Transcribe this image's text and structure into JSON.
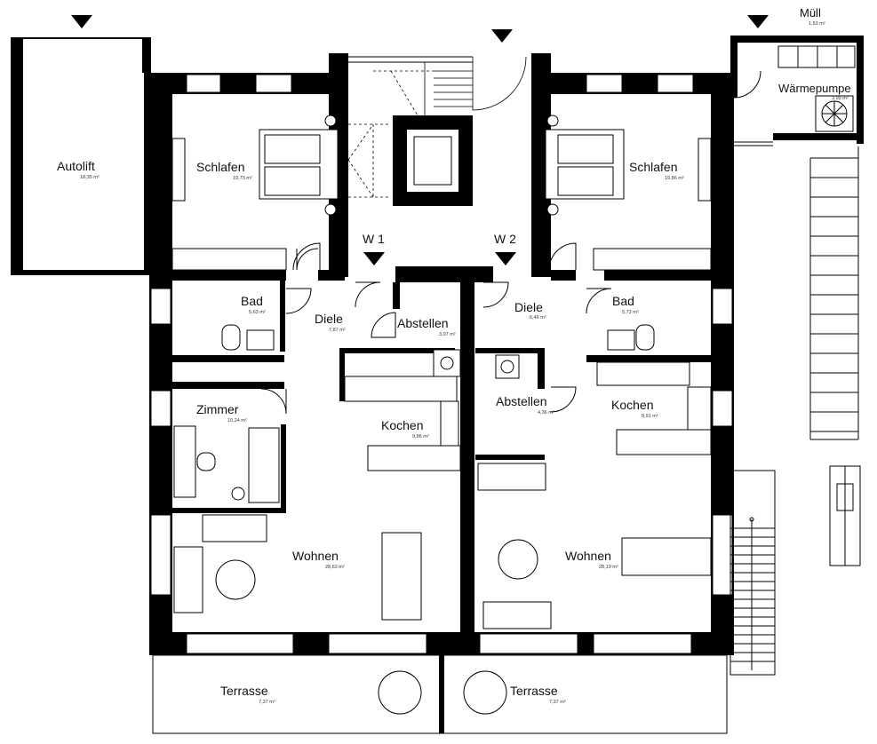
{
  "colors": {
    "wall": "#000000",
    "line": "#111111",
    "background": "#ffffff"
  },
  "markers": {
    "apartment_1": "W 1",
    "apartment_2": "W 2"
  },
  "rooms": {
    "autolift": {
      "name": "Autolift",
      "area": "18,35 m²"
    },
    "muell": {
      "name": "Müll",
      "area": "1,53 m²"
    },
    "waermepumpe": {
      "name": "Wärmepumpe",
      "area": "3,99 m²"
    },
    "w1_schlafen": {
      "name": "Schlafen",
      "area": "19,73 m²"
    },
    "w2_schlafen": {
      "name": "Schlafen",
      "area": "19,86 m²"
    },
    "w1_bad": {
      "name": "Bad",
      "area": "5,63 m²"
    },
    "w2_bad": {
      "name": "Bad",
      "area": "5,73 m²"
    },
    "w1_diele": {
      "name": "Diele",
      "area": "7,87 m²"
    },
    "w2_diele": {
      "name": "Diele",
      "area": "6,46 m²"
    },
    "w1_abstellen": {
      "name": "Abstellen",
      "area": "3,07 m²"
    },
    "w2_abstellen": {
      "name": "Abstellen",
      "area": "4,36 m²"
    },
    "w1_zimmer": {
      "name": "Zimmer",
      "area": "10,24 m²"
    },
    "w1_kochen": {
      "name": "Kochen",
      "area": "9,86 m²"
    },
    "w2_kochen": {
      "name": "Kochen",
      "area": "8,91 m²"
    },
    "w1_wohnen": {
      "name": "Wohnen",
      "area": "28,62 m²"
    },
    "w2_wohnen": {
      "name": "Wohnen",
      "area": "28,19 m²"
    },
    "w1_terrasse": {
      "name": "Terrasse",
      "area": "7,37 m²"
    },
    "w2_terrasse": {
      "name": "Terrasse",
      "area": "7,37 m²"
    }
  }
}
